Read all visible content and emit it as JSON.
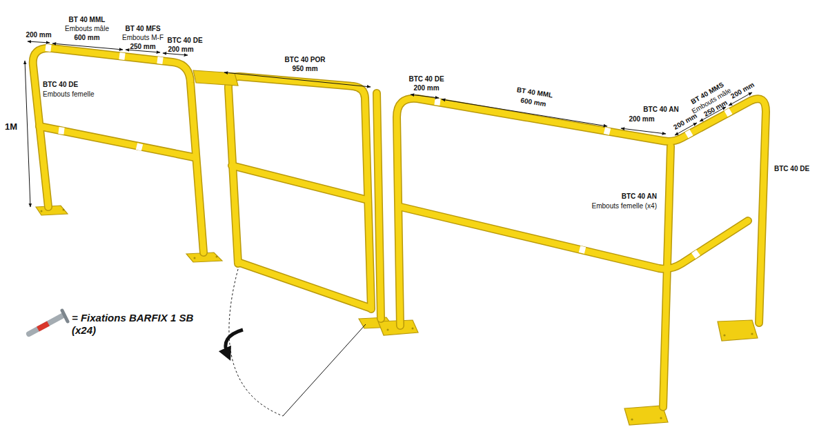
{
  "diagram": {
    "labels": [
      "200 mm",
      "BT 40 MML",
      "Embouts mâle",
      "600 mm",
      "BT 40 MFS",
      "Embouts M-F",
      "250 mm",
      "BTC 40 DE",
      "200 mm",
      "BTC 40 DE",
      "Embouts femelle",
      "1M",
      "BTC 40 POR",
      "950 mm",
      "BTC 40 DE",
      "200 mm",
      "BT 40 MML",
      "600 mm",
      "BTC 40 AN",
      "200 mm",
      "200 mm",
      "BT 40 MMS",
      "Embouts mâle",
      "250 mm",
      "200 mm",
      "BTC 40 DE",
      "BTC 40 AN",
      "Embouts femelle (x4)",
      "= Fixations BARFIX 1 SB (x24)"
    ]
  }
}
